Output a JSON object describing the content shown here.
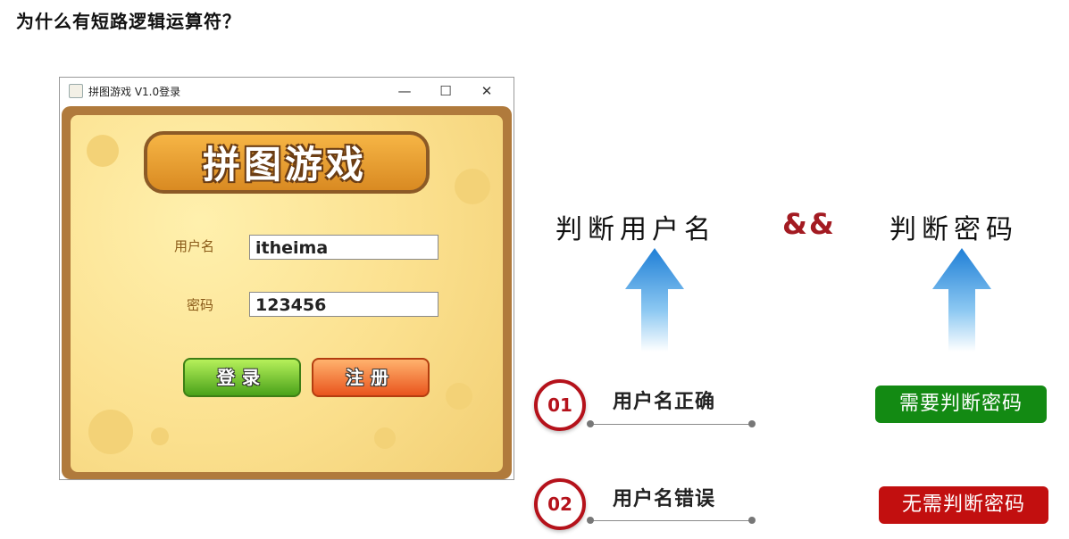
{
  "slide": {
    "title": "为什么有短路逻辑运算符？"
  },
  "window": {
    "title": "拼图游戏 V1.0登录",
    "controls": {
      "minimize": "—",
      "maximize": "☐",
      "close": "✕"
    },
    "logo_text": "拼图游戏",
    "form": {
      "username_label": "用户名",
      "username_value": "itheima",
      "password_label": "密码",
      "password_value": "123456",
      "login_button": "登录",
      "register_button": "注册"
    }
  },
  "diagram": {
    "check_username": "判断用户名",
    "operator": "&&",
    "check_password": "判断密码",
    "cases": [
      {
        "number": "01",
        "label": "用户名正确",
        "result": "需要判断密码",
        "result_color": "#138a13"
      },
      {
        "number": "02",
        "label": "用户名错误",
        "result": "无需判断密码",
        "result_color": "#c20f0f"
      }
    ]
  }
}
